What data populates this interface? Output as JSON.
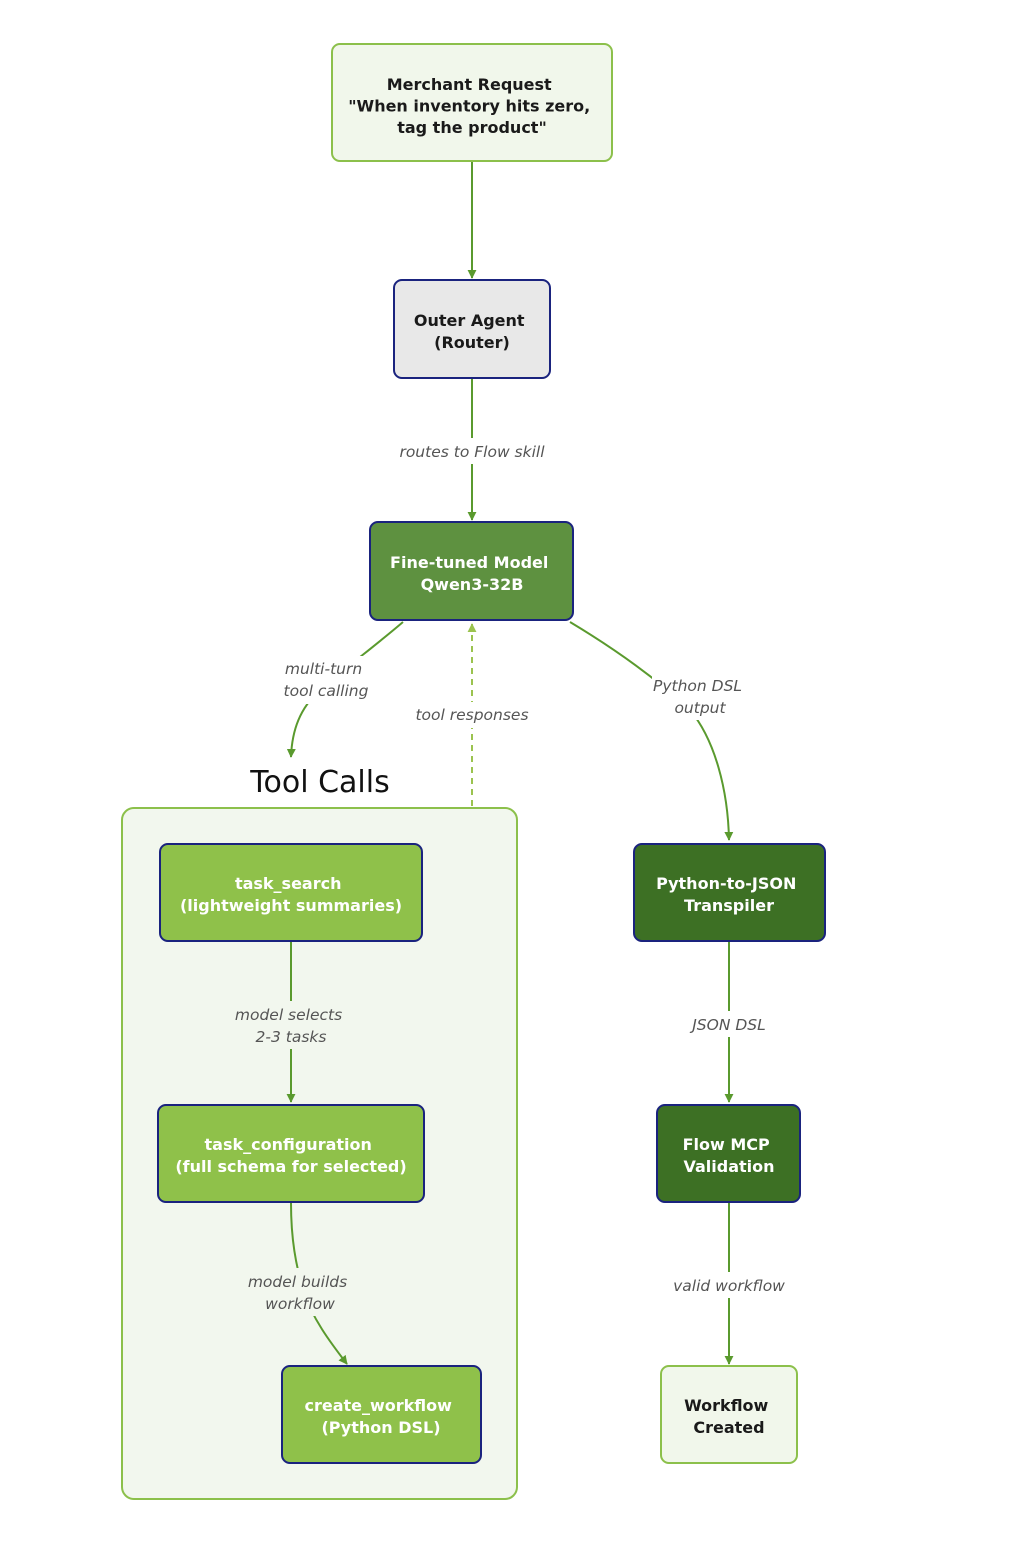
{
  "colors": {
    "light_node_fill": "#f1f7eb",
    "light_node_border": "#8cc04b",
    "router_fill": "#e8e8e8",
    "router_border": "#1a237e",
    "model_fill": "#5e9140",
    "tool_node_fill": "#8fc14a",
    "dark_node_fill": "#3d7024",
    "node_border_dark": "#1a237e",
    "edge": "#5a9a2e",
    "edge_dashed": "#9bc34f",
    "group_fill": "#f2f7ee",
    "group_border": "#8cc04b"
  },
  "nodes": {
    "merchant_request": {
      "lines": [
        "Merchant Request",
        "\"When inventory hits zero,",
        "tag the product\""
      ]
    },
    "outer_agent": {
      "lines": [
        "Outer Agent",
        "(Router)"
      ]
    },
    "fine_tuned_model": {
      "lines": [
        "Fine-tuned Model",
        "Qwen3-32B"
      ]
    },
    "task_search": {
      "lines": [
        "task_search",
        "(lightweight summaries)"
      ]
    },
    "task_configuration": {
      "lines": [
        "task_configuration",
        "(full schema for selected)"
      ]
    },
    "create_workflow": {
      "lines": [
        "create_workflow",
        "(Python DSL)"
      ]
    },
    "transpiler": {
      "lines": [
        "Python-to-JSON",
        "Transpiler"
      ]
    },
    "flow_mcp_validation": {
      "lines": [
        "Flow MCP",
        "Validation"
      ]
    },
    "workflow_created": {
      "lines": [
        "Workflow",
        "Created"
      ]
    }
  },
  "group": {
    "title": "Tool Calls"
  },
  "edges": {
    "routes_to_flow": {
      "lines": [
        "routes to Flow skill"
      ]
    },
    "multi_turn": {
      "lines": [
        "multi-turn",
        "tool calling"
      ]
    },
    "tool_responses": {
      "lines": [
        "tool responses"
      ]
    },
    "python_dsl_output": {
      "lines": [
        "Python DSL",
        "output"
      ]
    },
    "model_selects": {
      "lines": [
        "model selects",
        "2-3 tasks"
      ]
    },
    "model_builds": {
      "lines": [
        "model builds",
        "workflow"
      ]
    },
    "json_dsl": {
      "lines": [
        "JSON DSL"
      ]
    },
    "valid_workflow": {
      "lines": [
        "valid workflow"
      ]
    }
  }
}
